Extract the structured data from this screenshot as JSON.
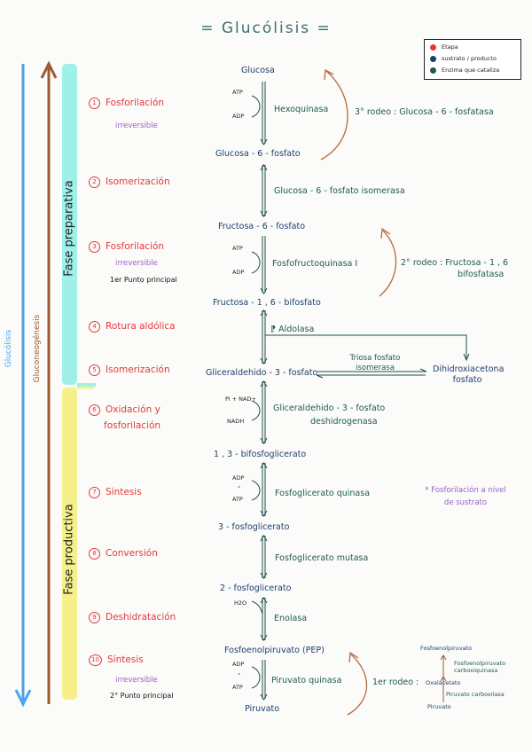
{
  "title": "Glucólisis",
  "legend": [
    {
      "label": "Etapa",
      "color": "#e23a3a"
    },
    {
      "label": "sustrato / producto",
      "color": "#1d3f6e"
    },
    {
      "label": "Enzima que cataliza",
      "color": "#1e5a4e"
    }
  ],
  "side": {
    "glucolisis": "Glucólisis",
    "gluconeogenesis": "Gluconeogénesis",
    "fase_preparativa": "Fase preparativa",
    "fase_productiva": "Fase productiva"
  },
  "steps": [
    {
      "num": "1",
      "name": "Fosforilación"
    },
    {
      "num": "2",
      "name": "Isomerización"
    },
    {
      "num": "3",
      "name": "Fosforilación"
    },
    {
      "num": "4",
      "name": "Rotura aldólica"
    },
    {
      "num": "5",
      "name": "Isomerización"
    },
    {
      "num": "6",
      "name": "Oxidación y",
      "name2": "fosforilación"
    },
    {
      "num": "7",
      "name": "Síntesis"
    },
    {
      "num": "8",
      "name": "Conversión"
    },
    {
      "num": "9",
      "name": "Deshidratación"
    },
    {
      "num": "10",
      "name": "Síntesis"
    }
  ],
  "irreversible": "irreversible",
  "punto1": "1er Punto principal",
  "punto2": "2° Punto principal",
  "substrates": [
    "Glucosa",
    "Glucosa - 6 - fosfato",
    "Fructosa - 6 - fosfato",
    "Fructosa - 1 , 6 - bifosfato",
    "Gliceraldehido - 3 - fosfato",
    "1 , 3 - bifosfoglicerato",
    "3 - fosfoglicerato",
    "2 - fosfoglicerato",
    "Fosfoenolpiruvato (PEP)",
    "Piruvato"
  ],
  "dhap": "Dihidroxiacetona fosfato",
  "enzymes": {
    "hexoquinasa": "Hexoquinasa",
    "isomerasa": "Glucosa - 6 - fosfato isomerasa",
    "pfk": "Fosfofructoquinasa I",
    "aldolasa": "Aldolasa",
    "triosa": "Triosa fosfato isomerasa",
    "gapdh": "Gliceraldehido - 3 - fosfato",
    "gapdh2": "deshidrogenasa",
    "pgk": "Fosfoglicerato quinasa",
    "mutasa": "Fosfoglicerato mutasa",
    "enolasa": "Enolasa",
    "pk": "Piruvato quinasa"
  },
  "cofactors": {
    "atp": "ATP",
    "adp": "ADP",
    "pi_nad": "Pi + NAD+",
    "nadh": "NADH",
    "h2o": "H2O"
  },
  "rodeos": {
    "r3": "3° rodeo : Glucosa - 6 - fosfatasa",
    "r2": "2° rodeo : Fructosa - 1 , 6",
    "r2b": "bifosfatasa",
    "r1": "1er rodeo :"
  },
  "note7": "* Fosforilación a nivel",
  "note7b": "de sustrato",
  "bypass1": {
    "pep": "Fosfoenolpiruvato",
    "pepck": "Fosfoenolpiruvato",
    "pepck2": "carboxiquinasa",
    "oxal": "Oxalacetato",
    "pc": "Piruvato carboxilasa",
    "pir": "Piruvato"
  }
}
